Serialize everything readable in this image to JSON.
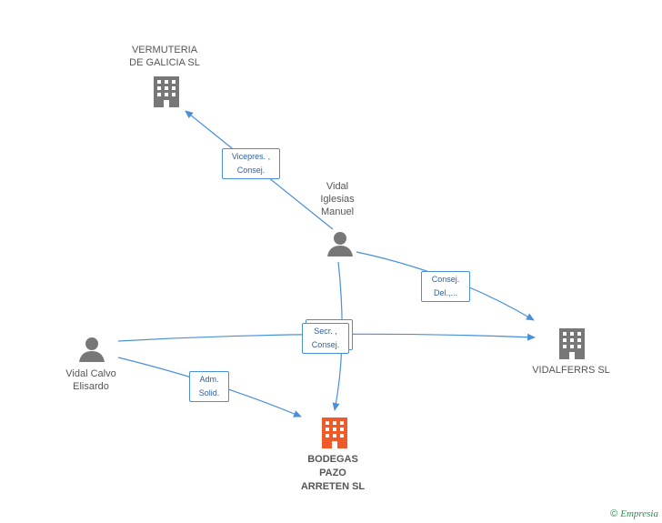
{
  "nodes": {
    "vermuteria": {
      "line1": "VERMUTERIA",
      "line2": "DE GALICIA  SL"
    },
    "vidal_iglesias": {
      "line1": "Vidal",
      "line2": "Iglesias",
      "line3": "Manuel"
    },
    "vidalferrs": {
      "line1": "VIDALFERRS SL"
    },
    "vidal_calvo": {
      "line1": "Vidal Calvo",
      "line2": "Elisardo"
    },
    "bodegas": {
      "line1": "BODEGAS",
      "line2": "PAZO",
      "line3": "ARRETEN SL"
    }
  },
  "edges": {
    "vicepres": {
      "line1": "Vicepres. ,",
      "line2": "Consej."
    },
    "consej_del": {
      "line1": "Consej.",
      "line2": "Del.,..."
    },
    "secr": {
      "line1": "Secr. ,",
      "line2": "Consej."
    },
    "adm": {
      "line1": "Adm.",
      "line2": "Solid."
    }
  },
  "colors": {
    "edge": "#4a90d9",
    "company": "#777777",
    "company_main": "#f05a28",
    "person": "#777777"
  },
  "footer": {
    "copyright": "©",
    "brand": "Empresia"
  }
}
